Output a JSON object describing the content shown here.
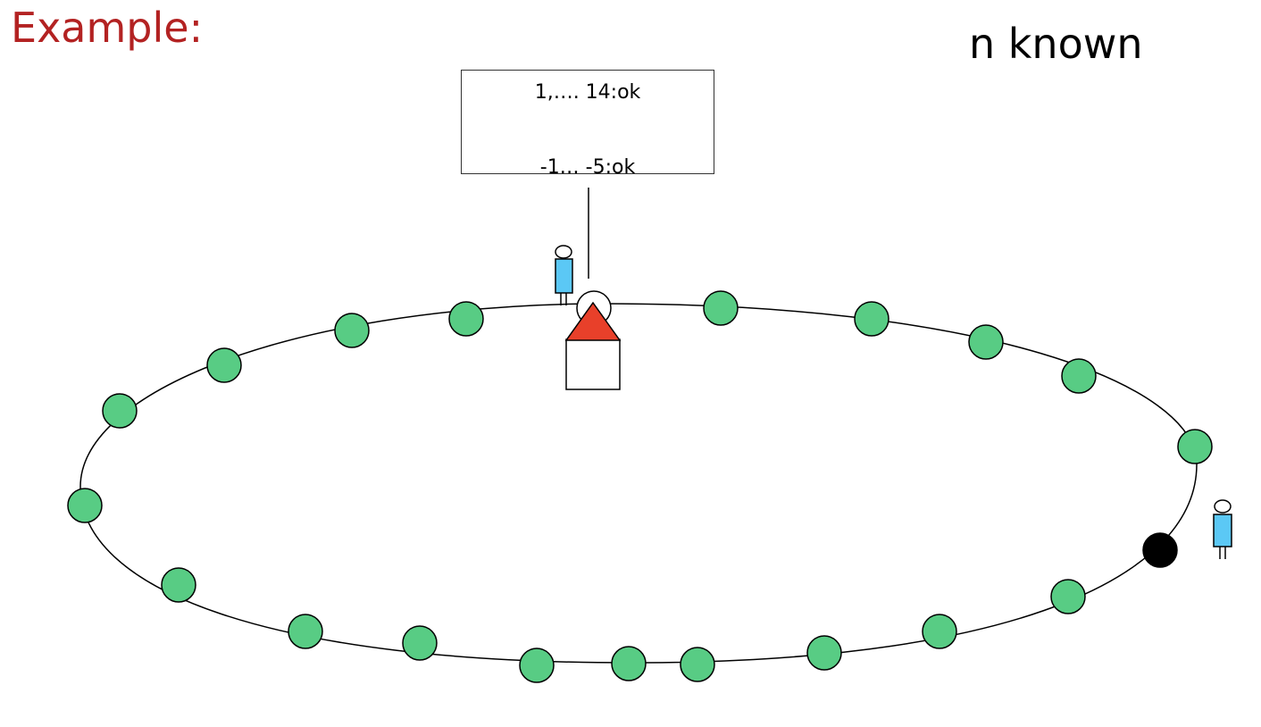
{
  "title": "Example:",
  "subtitle": "n known",
  "memo": {
    "line1": "1,…. 14:ok",
    "line2": "-1… -5:ok"
  },
  "colors": {
    "title": "#b32222",
    "node": "#58cc84",
    "agent_body": "#5bc8f5",
    "house_roof": "#e8402a",
    "black_node": "#000000"
  }
}
